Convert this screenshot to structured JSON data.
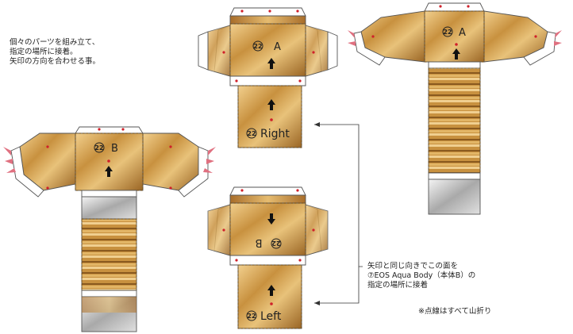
{
  "instructions": {
    "line1": "個々のパーツを組み立て、",
    "line2": "指定の場所に接着。",
    "line3": "矢印の方向を合わせる事。"
  },
  "parts": {
    "part_a": {
      "number": "22",
      "label": "A"
    },
    "part_right": {
      "number": "22",
      "label": "Right"
    },
    "part_b": {
      "number": "22",
      "label": "B"
    },
    "part_left": {
      "number": "22",
      "label": "Left"
    }
  },
  "callout": {
    "line1": "矢印と同じ向きでこの面を",
    "line2": "⑦EOS Aqua Body（本体B）の",
    "line3": "指定の場所に接着"
  },
  "fold_note": "※点線はすべて山折り",
  "colors": {
    "gold_light": "#e8c27a",
    "gold_mid": "#c8913f",
    "gold_dark": "#8a5a1f",
    "marker_red": "#d0202a",
    "spike_pink": "#e07080"
  }
}
